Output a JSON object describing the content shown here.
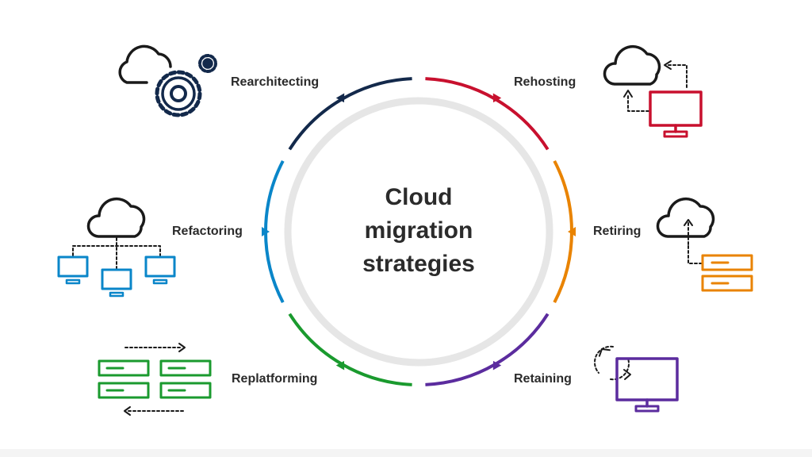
{
  "title": {
    "line1": "Cloud",
    "line2": "migration",
    "line3": "strategies"
  },
  "strategies": [
    {
      "label": "Rearchitecting",
      "color": "#13294b",
      "icon": "cloud-gears-icon"
    },
    {
      "label": "Rehosting",
      "color": "#c8102e",
      "icon": "cloud-to-monitor-icon"
    },
    {
      "label": "Refactoring",
      "color": "#0a86c9",
      "icon": "cloud-network-icon"
    },
    {
      "label": "Retiring",
      "color": "#e98300",
      "icon": "cloud-servers-icon"
    },
    {
      "label": "Replatforming",
      "color": "#1a9a2e",
      "icon": "server-racks-icon"
    },
    {
      "label": "Retaining",
      "color": "#5b2c9e",
      "icon": "monitor-refresh-icon"
    }
  ],
  "colors": {
    "text": "#2b2b2b",
    "inner_ring": "#e6e6e6",
    "icon_dark": "#1a1a1a"
  }
}
